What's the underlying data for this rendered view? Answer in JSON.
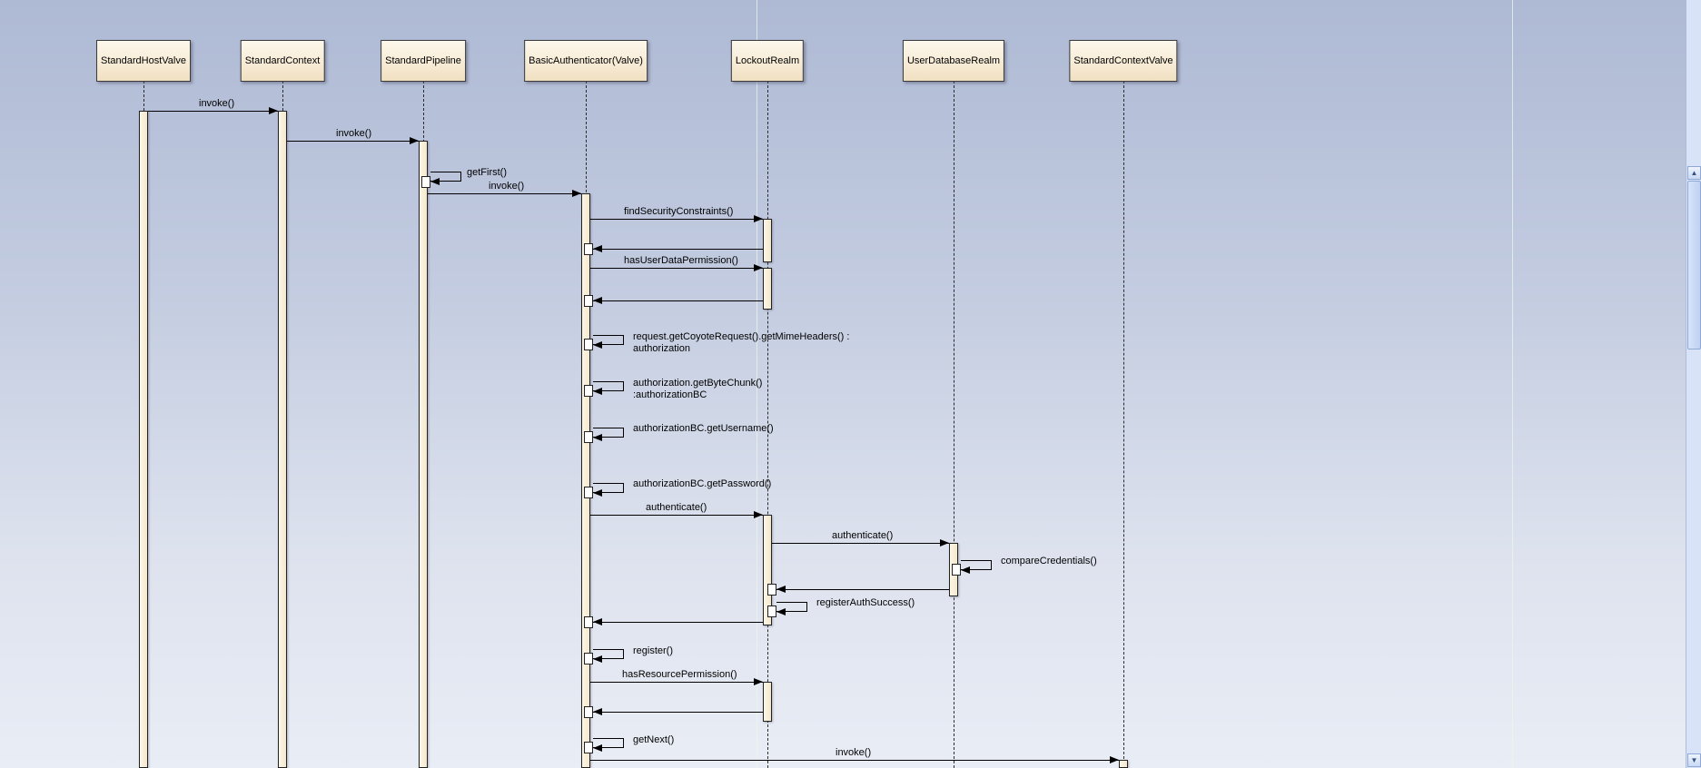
{
  "diagram_type": "uml-sequence-diagram",
  "colors": {
    "background_top": "#aeb9d4",
    "background_bottom": "#e9edf5",
    "lifeline_head_fill": "#f7ecd6",
    "activation_fill": "#f9f0db",
    "nested_activation_fill": "#ffffff",
    "line": "#000000",
    "scrollbar_track": "#d8e3f7",
    "scrollbar_thumb": "#bfd2f2"
  },
  "lifelines": [
    {
      "name": "StandardHostValve"
    },
    {
      "name": "StandardContext"
    },
    {
      "name": "StandardPipeline"
    },
    {
      "name": "BasicAuthenticator(Valve)"
    },
    {
      "name": "LockoutRealm"
    },
    {
      "name": "UserDatabaseRealm"
    },
    {
      "name": "StandardContextValve"
    }
  ],
  "messages": [
    {
      "label": "invoke()",
      "from": "StandardHostValve",
      "to": "StandardContext",
      "kind": "call"
    },
    {
      "label": "invoke()",
      "from": "StandardContext",
      "to": "StandardPipeline",
      "kind": "call"
    },
    {
      "label": "getFirst()",
      "from": "StandardPipeline",
      "to": "StandardPipeline",
      "kind": "self"
    },
    {
      "label": "invoke()",
      "from": "StandardPipeline",
      "to": "BasicAuthenticator(Valve)",
      "kind": "call"
    },
    {
      "label": "findSecurityConstraints()",
      "from": "BasicAuthenticator(Valve)",
      "to": "LockoutRealm",
      "kind": "call"
    },
    {
      "label": "",
      "from": "LockoutRealm",
      "to": "BasicAuthenticator(Valve)",
      "kind": "return"
    },
    {
      "label": "hasUserDataPermission()",
      "from": "BasicAuthenticator(Valve)",
      "to": "LockoutRealm",
      "kind": "call"
    },
    {
      "label": "",
      "from": "LockoutRealm",
      "to": "BasicAuthenticator(Valve)",
      "kind": "return"
    },
    {
      "label": "request.getCoyoteRequest().getMimeHeaders() :",
      "label_line2": "authorization",
      "from": "BasicAuthenticator(Valve)",
      "to": "BasicAuthenticator(Valve)",
      "kind": "self"
    },
    {
      "label": "authorization.getByteChunk()",
      "label_line2": ":authorizationBC",
      "from": "BasicAuthenticator(Valve)",
      "to": "BasicAuthenticator(Valve)",
      "kind": "self"
    },
    {
      "label": "authorizationBC.getUsername()",
      "from": "BasicAuthenticator(Valve)",
      "to": "BasicAuthenticator(Valve)",
      "kind": "self"
    },
    {
      "label": "authorizationBC.getPassword()",
      "from": "BasicAuthenticator(Valve)",
      "to": "BasicAuthenticator(Valve)",
      "kind": "self"
    },
    {
      "label": "authenticate()",
      "from": "BasicAuthenticator(Valve)",
      "to": "LockoutRealm",
      "kind": "call"
    },
    {
      "label": "authenticate()",
      "from": "LockoutRealm",
      "to": "UserDatabaseRealm",
      "kind": "call"
    },
    {
      "label": "compareCredentials()",
      "from": "UserDatabaseRealm",
      "to": "UserDatabaseRealm",
      "kind": "self"
    },
    {
      "label": "",
      "from": "UserDatabaseRealm",
      "to": "LockoutRealm",
      "kind": "return"
    },
    {
      "label": "registerAuthSuccess()",
      "from": "LockoutRealm",
      "to": "LockoutRealm",
      "kind": "self"
    },
    {
      "label": "",
      "from": "LockoutRealm",
      "to": "BasicAuthenticator(Valve)",
      "kind": "return"
    },
    {
      "label": "register()",
      "from": "BasicAuthenticator(Valve)",
      "to": "BasicAuthenticator(Valve)",
      "kind": "self"
    },
    {
      "label": "hasResourcePermission()",
      "from": "BasicAuthenticator(Valve)",
      "to": "LockoutRealm",
      "kind": "call"
    },
    {
      "label": "",
      "from": "LockoutRealm",
      "to": "BasicAuthenticator(Valve)",
      "kind": "return"
    },
    {
      "label": "getNext()",
      "from": "BasicAuthenticator(Valve)",
      "to": "BasicAuthenticator(Valve)",
      "kind": "self"
    },
    {
      "label": "invoke()",
      "from": "BasicAuthenticator(Valve)",
      "to": "StandardContextValve",
      "kind": "call"
    }
  ],
  "icons": {
    "scroll_up": "▲",
    "scroll_down": "▼"
  }
}
